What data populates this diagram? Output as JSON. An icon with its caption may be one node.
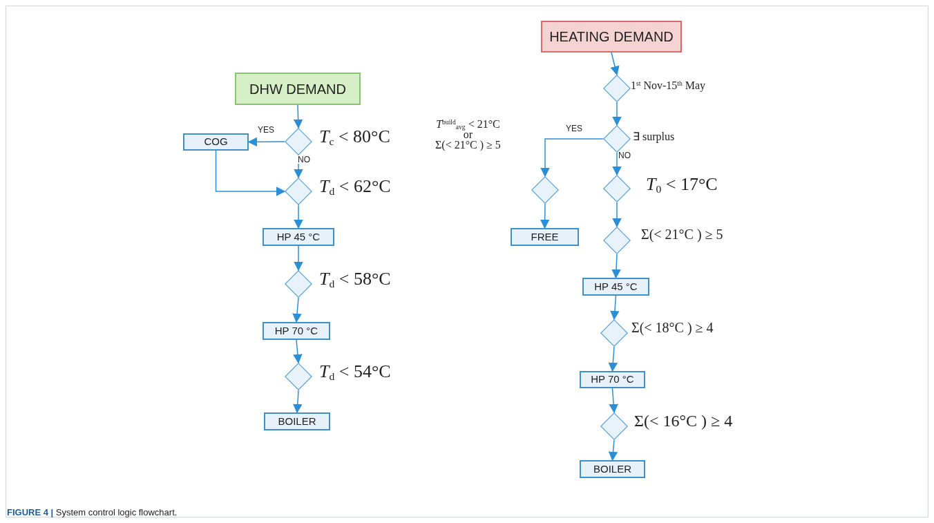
{
  "diagram": {
    "caption": "**FIGURE 4 |** System control logic flowchart.",
    "nodes": [
      {
        "text": [
          "DHW DEMAND"
        ]
      },
      {
        "text": [],
        "shape": "diamond",
        "beside": [
          "*T*$_{c}$ < 80°C"
        ]
      },
      {
        "text": [
          "COG"
        ]
      },
      {
        "text": [],
        "shape": "diamond",
        "beside": [
          "*T*$_{d}$ < 62°C"
        ]
      },
      {
        "text": [
          "HP 45 °C"
        ]
      },
      {
        "text": [],
        "shape": "diamond",
        "beside": [
          "*T*$_{d}$ < 58°C"
        ]
      },
      {
        "text": [
          "HP 70 °C"
        ]
      },
      {
        "text": [],
        "shape": "diamond",
        "beside": [
          "*T*$_{d}$ < 54°C"
        ]
      },
      {
        "text": [
          "BOILER"
        ]
      },
      {
        "text": [
          "HEATING DEMAND"
        ]
      },
      {
        "text": [],
        "shape": "diamond",
        "beside": [
          "1$^{st}$ Nov-15$^{th}$ May"
        ]
      },
      {
        "text": [],
        "shape": "diamond",
        "beside": [
          "∃ surplus"
        ]
      },
      {
        "text": [],
        "shape": "diamond",
        "beside": [
          "*T*$^{build}$$_{avg}$ < 21°C",
          "or",
          "Σ(< 21°C ) ≥ 5"
        ]
      },
      {
        "text": [
          "FREE"
        ]
      },
      {
        "text": [],
        "shape": "diamond",
        "beside": [
          "*T*$_{0}$ < 17°C"
        ]
      },
      {
        "text": [],
        "shape": "diamond",
        "beside": [
          "Σ(< 21°C ) ≥ 5"
        ]
      },
      {
        "text": [
          "HP 45 °C"
        ]
      },
      {
        "text": [],
        "shape": "diamond",
        "beside": [
          "Σ(< 18°C ) ≥ 4"
        ]
      },
      {
        "text": [
          "HP 70 °C"
        ]
      },
      {
        "text": [],
        "shape": "diamond",
        "beside": [
          "Σ(< 16°C ) ≥ 4"
        ]
      },
      {
        "text": [
          "BOILER"
        ]
      }
    ],
    "edges": [
      {
        "from": 0,
        "to": 1,
        "arrow": "to"
      },
      {
        "from": 1,
        "to": 2,
        "arrow": "to",
        "label": "YES"
      },
      {
        "from": 1,
        "to": 3,
        "arrow": "to",
        "label": "NO"
      },
      {
        "from": 2,
        "to": 3,
        "arrow": "to"
      },
      {
        "from": 3,
        "to": 4,
        "arrow": "to"
      },
      {
        "from": 4,
        "to": 5,
        "arrow": "to"
      },
      {
        "from": 5,
        "to": 6,
        "arrow": "to"
      },
      {
        "from": 6,
        "to": 7,
        "arrow": "to"
      },
      {
        "from": 7,
        "to": 8,
        "arrow": "to"
      },
      {
        "from": 9,
        "to": 10,
        "arrow": "to"
      },
      {
        "from": 10,
        "to": 11,
        "arrow": "to"
      },
      {
        "from": 11,
        "to": 12,
        "arrow": "to",
        "label": "YES"
      },
      {
        "from": 11,
        "to": 14,
        "arrow": "to",
        "label": "NO"
      },
      {
        "from": 12,
        "to": 13,
        "arrow": "to"
      },
      {
        "from": 14,
        "to": 15,
        "arrow": "to"
      },
      {
        "from": 15,
        "to": 16,
        "arrow": "to"
      },
      {
        "from": 16,
        "to": 17,
        "arrow": "to"
      },
      {
        "from": 17,
        "to": 18,
        "arrow": "to"
      },
      {
        "from": 18,
        "to": 19,
        "arrow": "to"
      },
      {
        "from": 19,
        "to": 20,
        "arrow": "to"
      }
    ]
  }
}
